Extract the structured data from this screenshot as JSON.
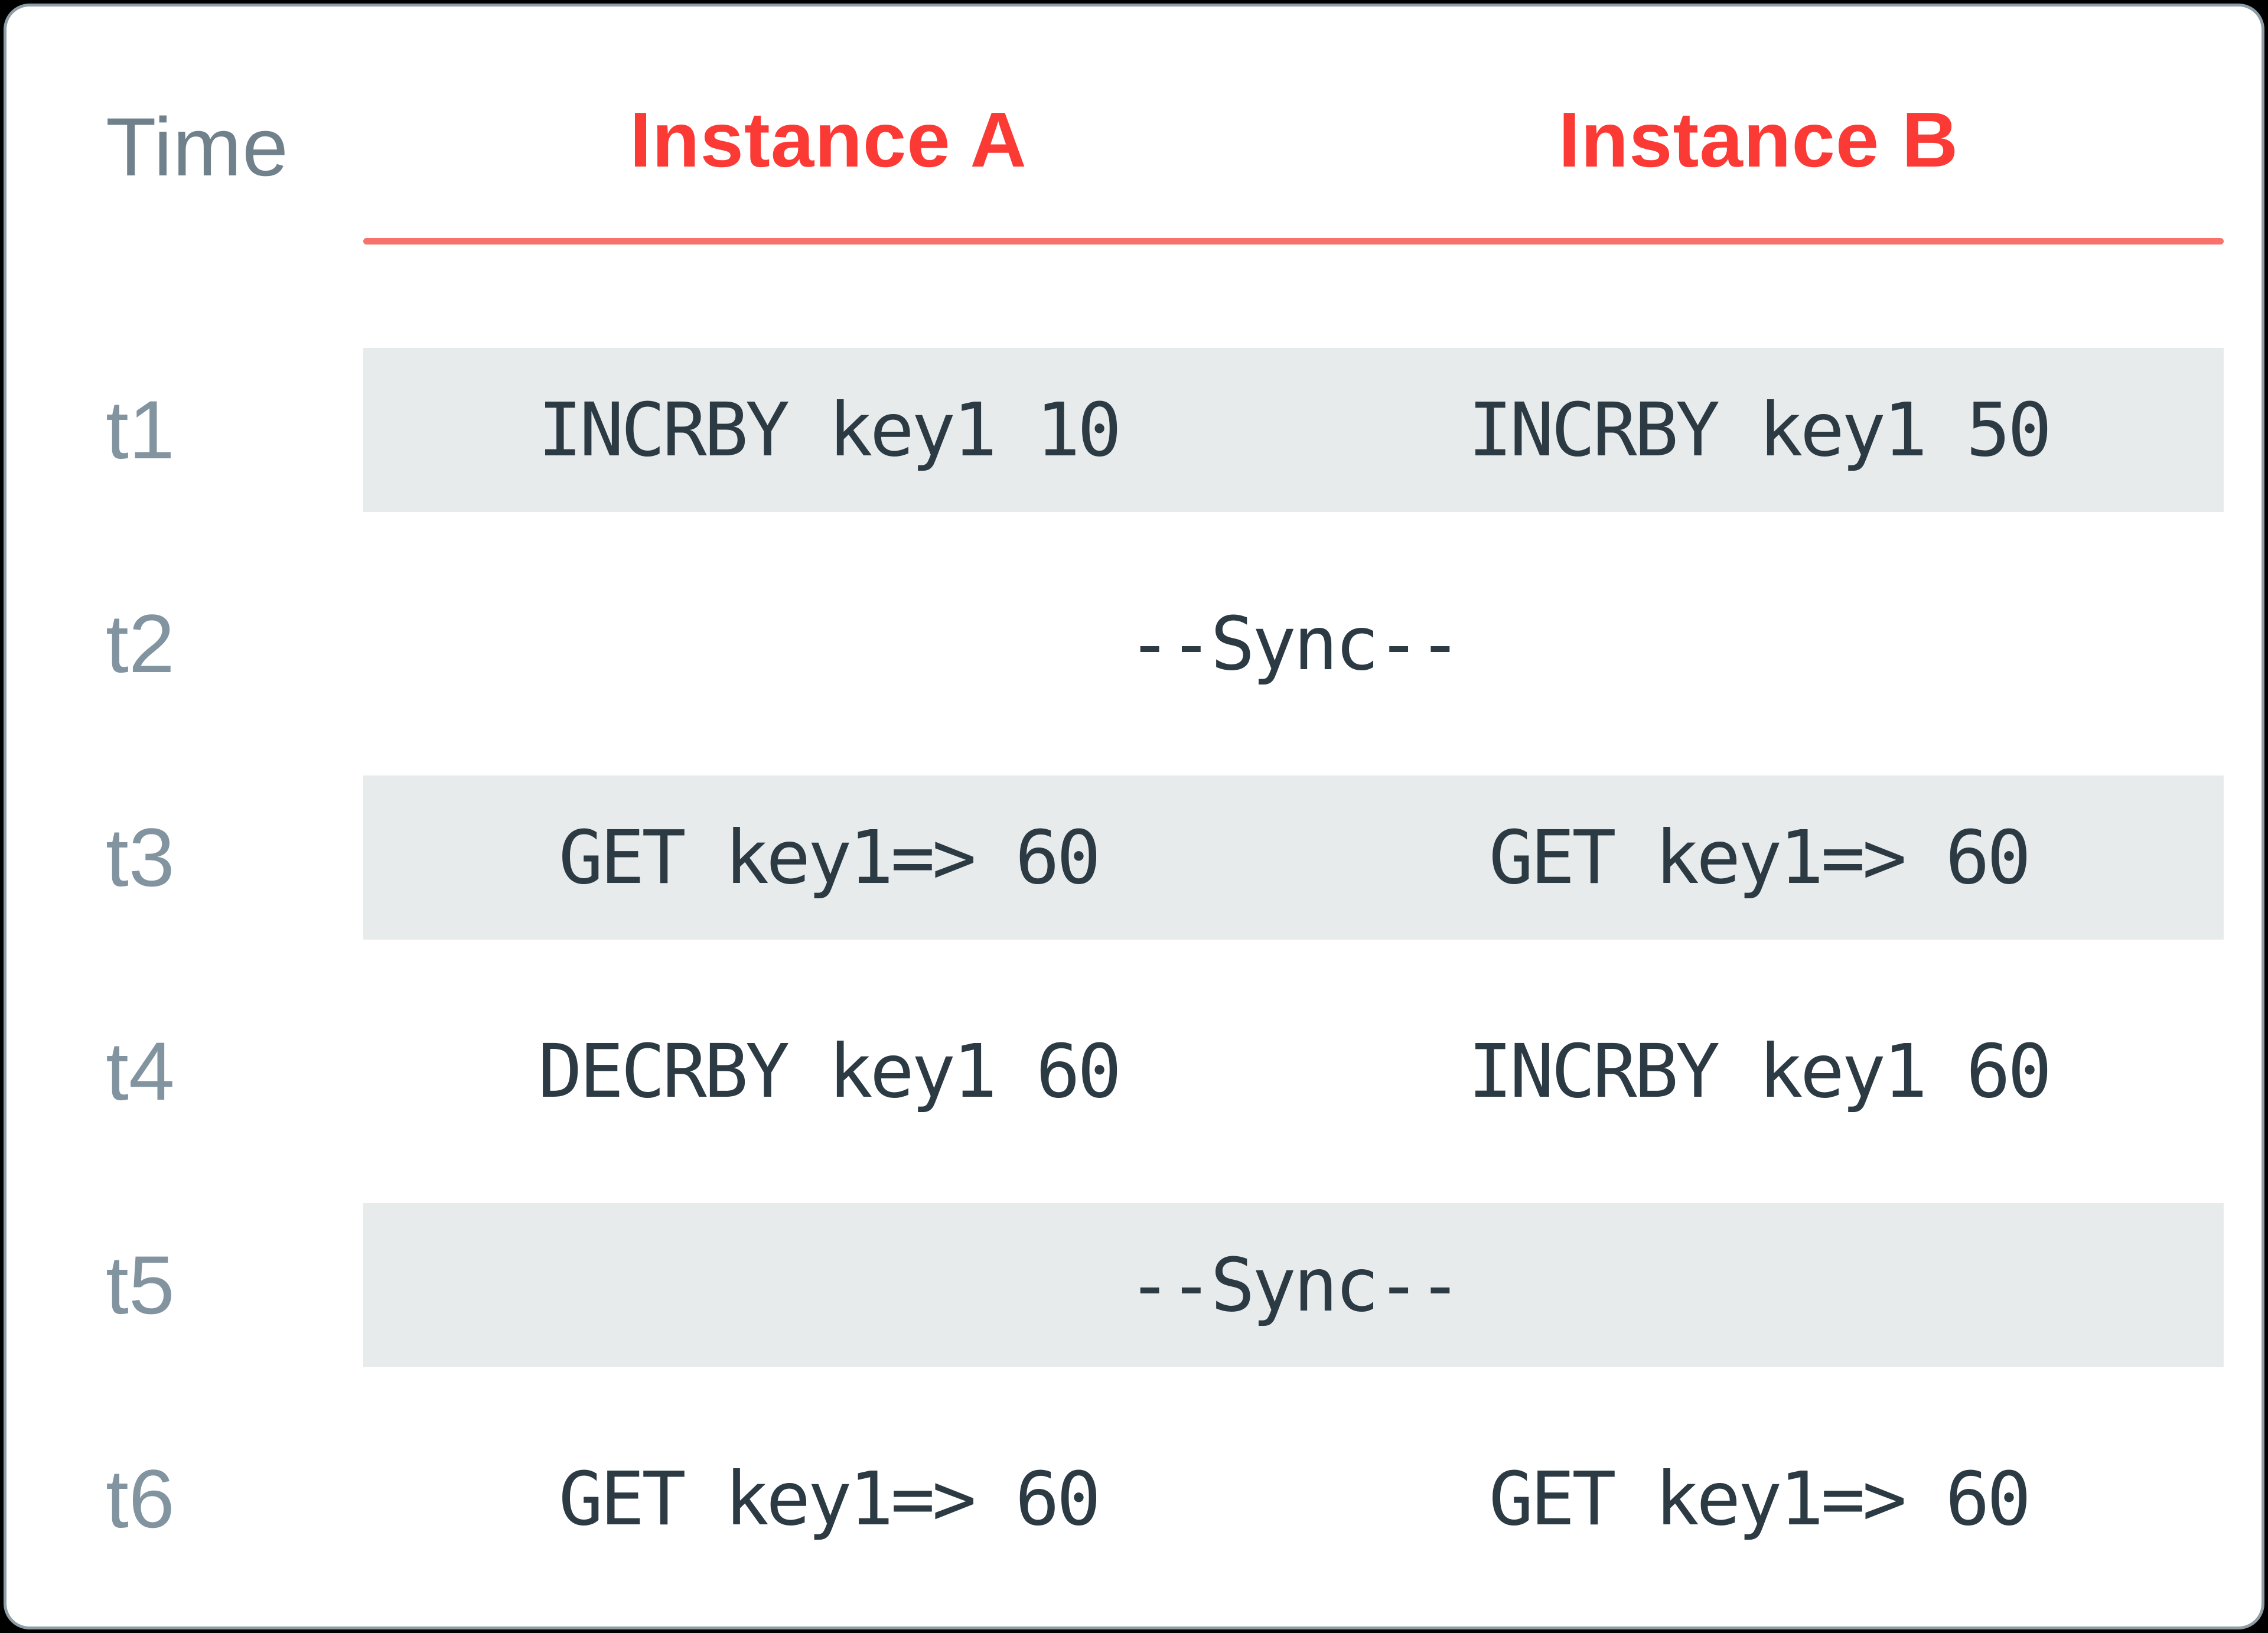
{
  "table": {
    "time_header": "Time",
    "columns": [
      {
        "label": "Instance A"
      },
      {
        "label": "Instance B"
      }
    ],
    "rows": [
      {
        "time": "t1",
        "a": "INCRBY key1 10",
        "b": "INCRBY key1 50",
        "shaded": true
      },
      {
        "time": "t2",
        "sync": "--Sync--",
        "shaded": false
      },
      {
        "time": "t3",
        "a": "GET key1=> 60",
        "b": "GET key1=> 60",
        "shaded": true
      },
      {
        "time": "t4",
        "a": "DECRBY key1 60",
        "b": "INCRBY key1 60",
        "shaded": false
      },
      {
        "time": "t5",
        "sync": "--Sync--",
        "shaded": true
      },
      {
        "time": "t6",
        "a": "GET key1=> 60",
        "b": "GET key1=> 60",
        "shaded": false
      }
    ]
  },
  "colors": {
    "page_bg": "#000000",
    "card_bg": "#ffffff",
    "card_border": "#8f9da6",
    "red_accent": "#fb3a35",
    "red_divider": "#f8716b",
    "band_gray": "#e8ebec",
    "command_text": "#2c3a43",
    "time_header_text": "#70818c",
    "time_label_text": "#8294a0"
  }
}
